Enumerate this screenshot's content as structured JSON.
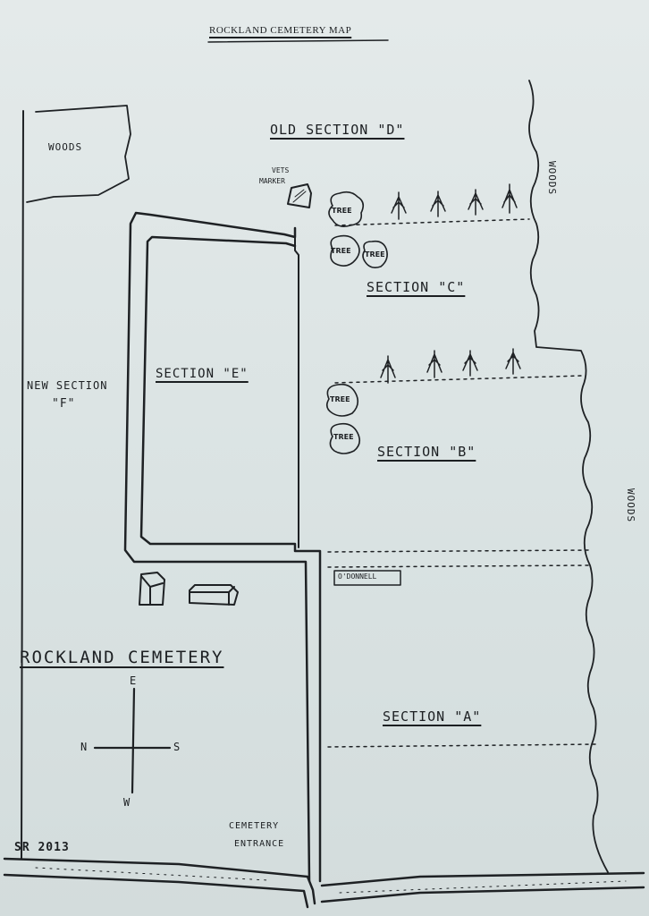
{
  "map": {
    "title": "ROCKLAND CEMETERY MAP",
    "cemetery_name": "ROCKLAND CEMETERY",
    "sections": {
      "d": "OLD SECTION \"D\"",
      "c": "SECTION \"C\"",
      "b": "SECTION \"B\"",
      "a": "SECTION \"A\"",
      "e": "SECTION \"E\"",
      "f_line1": "NEW SECTION",
      "f_line2": "\"F\""
    },
    "woods": {
      "top_left": "WOODS",
      "top_right": "WOODS",
      "mid_right": "WOODS"
    },
    "vets_marker": {
      "line1": "VETS",
      "line2": "MARKER"
    },
    "tree_labels": [
      "TREE",
      "TREE",
      "TREE",
      "TREE",
      "TREE"
    ],
    "plot_label": "O'DONNELL",
    "entrance": {
      "line1": "CEMETERY",
      "line2": "ENTRANCE"
    },
    "compass": {
      "north": "N",
      "south": "S",
      "east": "E",
      "west": "W"
    },
    "signature": "SR 2013"
  }
}
